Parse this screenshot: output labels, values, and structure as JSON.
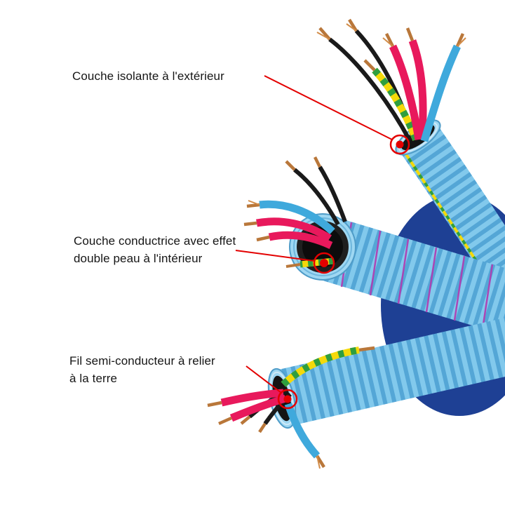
{
  "diagram": {
    "annotations": [
      {
        "lines": [
          "Couche isolante à l'extérieur"
        ]
      },
      {
        "lines": [
          "Couche conductrice avec effet",
          "double peau à l'intérieur"
        ]
      },
      {
        "lines": [
          "Fil semi-conducteur à relier",
          "à la terre"
        ]
      }
    ],
    "colors": {
      "annotation_red": "#e30000",
      "conduit_light_blue": "#82c9ec",
      "conduit_ridge_blue": "#54a6d6",
      "cut_face_rim": "#9ed7f2",
      "inner_sheath_black": "#141414",
      "background_disc_blue": "#1e4094",
      "wire_pink": "#e8195c",
      "wire_blue": "#3fa9dc",
      "wire_yellow": "#f4d90a",
      "wire_green_stripe": "#2f9e3f",
      "wire_black": "#1a1a1a",
      "copper_tip": "#b9773a",
      "spiral_purple": "#b13ab1"
    }
  }
}
